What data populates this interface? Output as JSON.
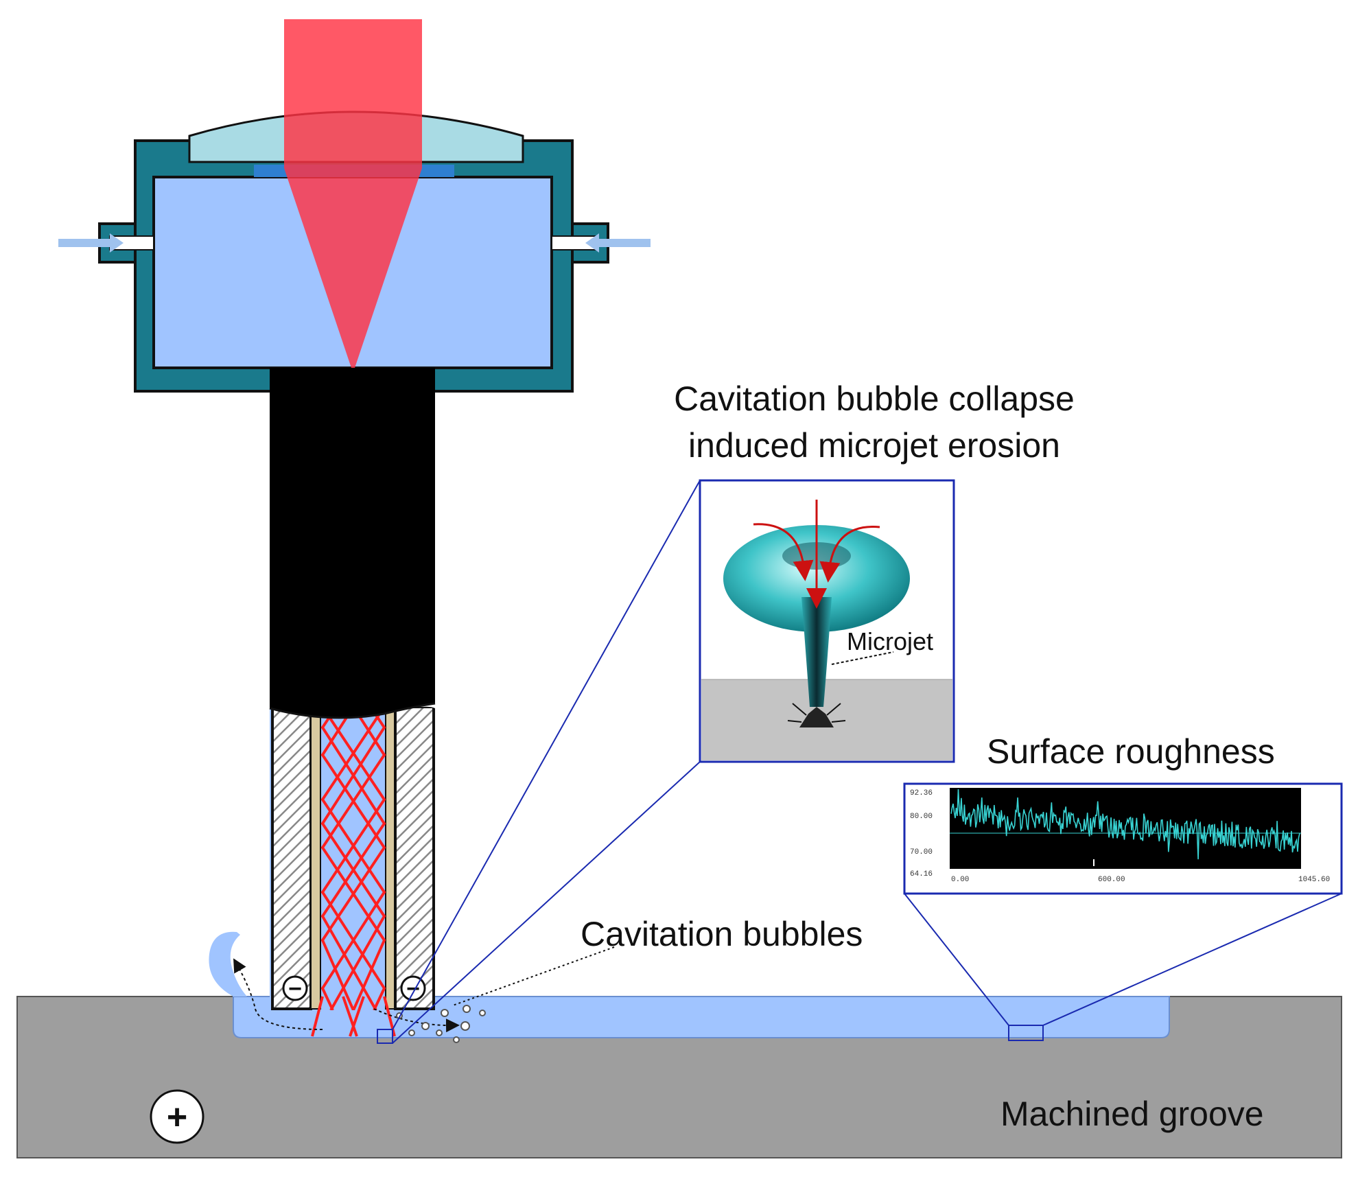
{
  "labels": {
    "inset_title_line1": "Cavitation bubble collapse",
    "inset_title_line2": "induced microjet erosion",
    "microjet": "Microjet",
    "surface_roughness": "Surface roughness",
    "cavitation_bubbles": "Cavitation bubbles",
    "machined_groove": "Machined groove"
  },
  "symbols": {
    "cathode": "−",
    "anode": "+"
  },
  "roughness_chart": {
    "y_ticks": [
      "92.36",
      "80.00",
      "70.00",
      "64.16"
    ],
    "x_ticks": [
      "0.00",
      "600.00",
      "1045.60"
    ]
  },
  "colors": {
    "laser": "#ff3344",
    "water": "#a0c4ff",
    "housing": "#1a7a8c",
    "workpiece": "#9e9e9e",
    "inset_frame": "#1a2ab0",
    "signal": "#38d3d3"
  }
}
